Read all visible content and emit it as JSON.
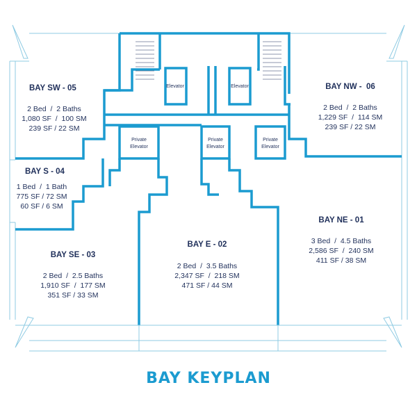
{
  "title": "BAY KEYPLAN",
  "colors": {
    "wall": "#1b9bd0",
    "outline": "#8fcbe3",
    "text": "#1f2f5a"
  },
  "units": [
    {
      "id": "sw",
      "name": "BAY SW - 05",
      "beds": "2 Bed  /  2 Baths",
      "interior": "1,080 SF  /  100 SM",
      "exterior": "239 SF / 22 SM"
    },
    {
      "id": "s",
      "name": "BAY S - 04",
      "beds": "1 Bed  /  1 Bath",
      "interior": "775 SF / 72 SM",
      "exterior": "60 SF / 6 SM"
    },
    {
      "id": "se",
      "name": "BAY SE - 03",
      "beds": "2 Bed  /  2.5 Baths",
      "interior": "1,910 SF  /  177 SM",
      "exterior": "351 SF / 33 SM"
    },
    {
      "id": "e",
      "name": "BAY E - 02",
      "beds": "2 Bed  /  3.5 Baths",
      "interior": "2,347 SF  /  218 SM",
      "exterior": "471 SF / 44 SM"
    },
    {
      "id": "ne",
      "name": "BAY NE - 01",
      "beds": "3 Bed  /  4.5 Baths",
      "interior": "2,586 SF  /  240 SM",
      "exterior": "411 SF / 38 SM"
    },
    {
      "id": "nw",
      "name": "BAY NW -  06",
      "beds": "2 Bed  /  2 Baths",
      "interior": "1,229 SF  /  114 SM",
      "exterior": "239 SF / 22 SM"
    }
  ],
  "elevators": [
    {
      "id": "west-elevator",
      "label": "Elevator"
    },
    {
      "id": "east-elevator",
      "label": "Elevator"
    },
    {
      "id": "private-elevator-1",
      "line1": "Private",
      "line2": "Elevator"
    },
    {
      "id": "private-elevator-2",
      "line1": "Private",
      "line2": "Elevator"
    },
    {
      "id": "private-elevator-3",
      "line1": "Private",
      "line2": "Elevator"
    }
  ]
}
